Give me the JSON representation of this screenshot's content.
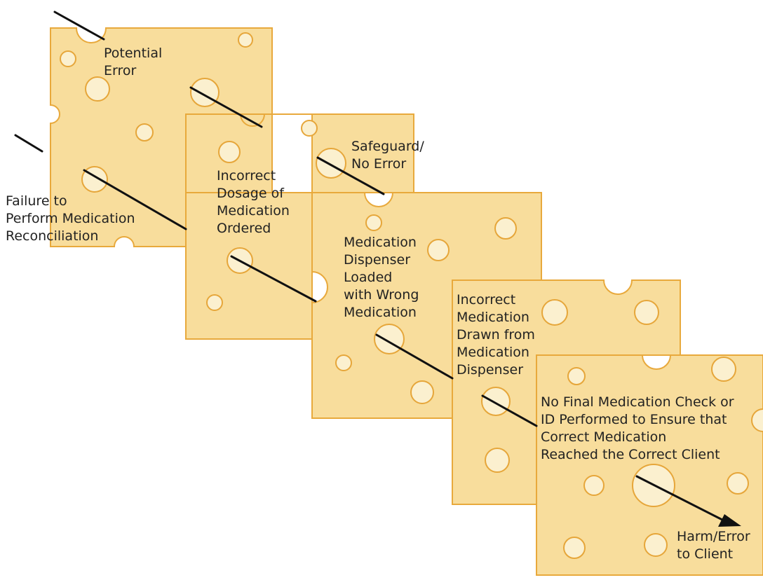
{
  "colors": {
    "slice_fill": "#f8dd9c",
    "slice_stroke": "#e8a93c",
    "hole_fill": "#fbf0cf",
    "hole_stroke": "#e6a63a",
    "trajectory": "#111111",
    "text": "#222222"
  },
  "slices": [
    {
      "id": "slice-1",
      "label": [
        "Potential",
        "Error"
      ]
    },
    {
      "id": "slice-2",
      "label": [
        "Incorrect",
        "Dosage of",
        "Medication",
        "Ordered"
      ]
    },
    {
      "id": "slice-3",
      "label": [
        "Medication",
        "Dispenser",
        "Loaded",
        "with Wrong",
        "Medication"
      ]
    },
    {
      "id": "slice-4",
      "label": [
        "Incorrect",
        "Medication",
        "Drawn from",
        "Medication",
        "Dispenser"
      ]
    },
    {
      "id": "slice-5",
      "label": [
        "No Final Medication Check or",
        "ID Performed to Ensure that",
        "Correct Medication",
        "Reached the Correct Client"
      ]
    }
  ],
  "annotations": {
    "safeguard": [
      "Safeguard/",
      "No Error"
    ],
    "failure": [
      "Failure to",
      "Perform Medication",
      "Reconciliation"
    ],
    "harm": [
      "Harm/Error",
      "to Client"
    ]
  }
}
